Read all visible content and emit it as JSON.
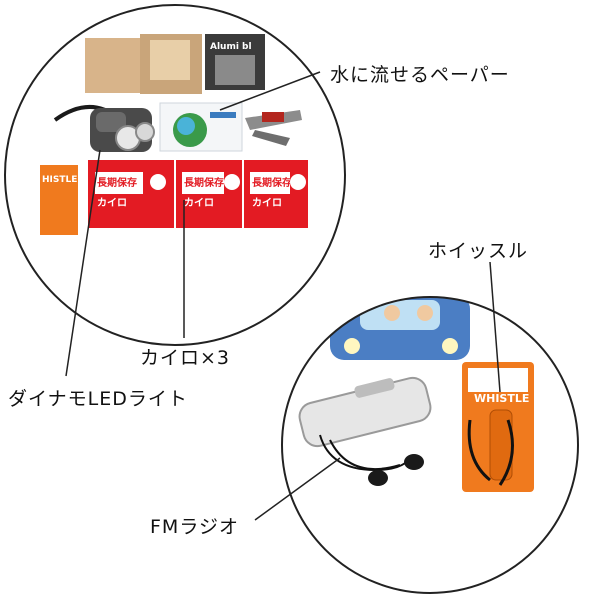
{
  "labels": {
    "paper": "水に流せるペーパー",
    "whistle": "ホイッスル",
    "kairo": "カイロ×3",
    "dynamo": "ダイナモLEDライト",
    "radio": "FMラジオ"
  },
  "package_text": {
    "kairo_top": "長期保存",
    "kairo_bottom": "カイロ",
    "whistle_brand": "WHISTLE",
    "whistle_partial": "HISTLE",
    "book_cover": "Alumi bl"
  },
  "colors": {
    "kairo_red": "#e31b23",
    "whistle_orange": "#f07a1e",
    "car_blue": "#4b7ec4",
    "line": "#222222"
  }
}
